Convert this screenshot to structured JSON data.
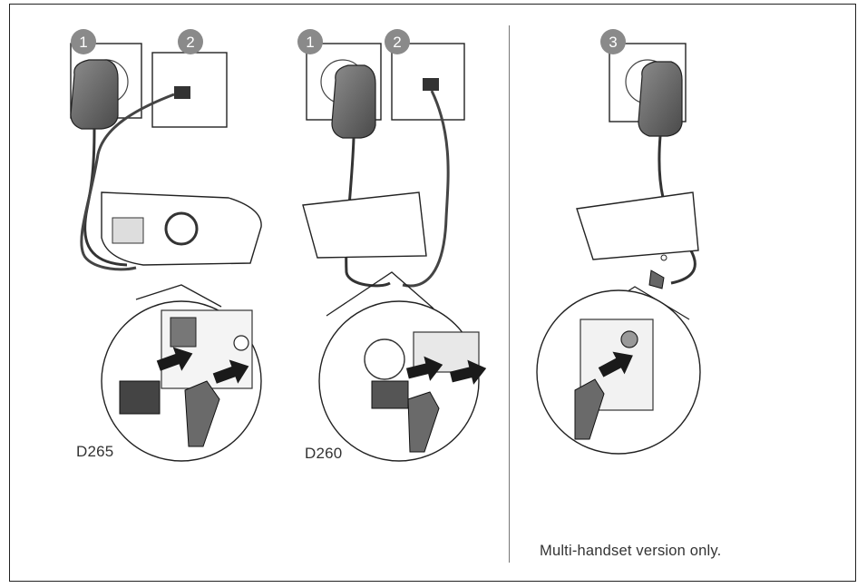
{
  "panels": {
    "d265": {
      "caption": "D265",
      "steps": [
        "1",
        "2"
      ]
    },
    "d260": {
      "caption": "D260",
      "steps": [
        "1",
        "2"
      ]
    },
    "multi": {
      "steps": [
        "3"
      ],
      "note": "Multi-handset version only."
    }
  },
  "colors": {
    "outline": "#222222",
    "adapter": "#6a6a6a",
    "badge": "#8a8a8a",
    "arrow": "#1a1a1a",
    "wall": "#ffffff"
  }
}
